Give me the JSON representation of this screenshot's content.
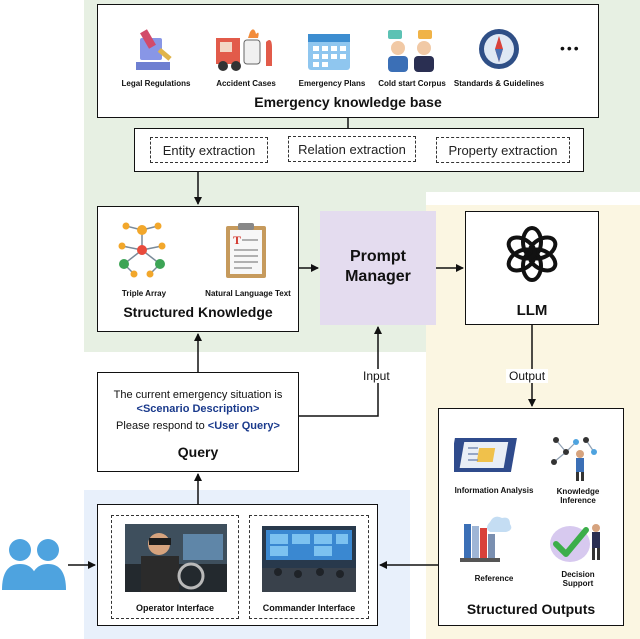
{
  "knowledge_base": {
    "title": "Emergency knowledge base",
    "sources": [
      "Legal Regulations",
      "Accident Cases",
      "Emergency Plans",
      "Cold start Corpus",
      "Standards & Guidelines"
    ],
    "more": "•••"
  },
  "extraction": [
    "Entity extraction",
    "Relation extraction",
    "Property extraction"
  ],
  "structured_knowledge": {
    "title": "Structured Knowledge",
    "items": [
      "Triple Array",
      "Natural Language Text"
    ]
  },
  "prompt_manager": {
    "line1": "Prompt",
    "line2": "Manager"
  },
  "llm": {
    "label": "LLM"
  },
  "query": {
    "line1": "The current emergency situation is",
    "line2": "<Scenario Description>",
    "line3_prefix": "Please respond to ",
    "line3_highlight": "<User Query>",
    "title": "Query"
  },
  "labels": {
    "input": "Input",
    "output": "Output"
  },
  "interfaces": [
    "Operator Interface",
    "Commander Interface"
  ],
  "structured_outputs": {
    "title": "Structured Outputs",
    "items": [
      "Information Analysis",
      "Knowledge Inference",
      "Reference",
      "Decision Support"
    ]
  },
  "colors": {
    "highlight_text": "#1a3a8c",
    "prompt_fill": "#e4dcef",
    "green_bg": "#e7f0e3",
    "yellow_bg": "#fbf6e2",
    "blue_bg": "#e8f0fb",
    "user_icon": "#4ea3df"
  }
}
